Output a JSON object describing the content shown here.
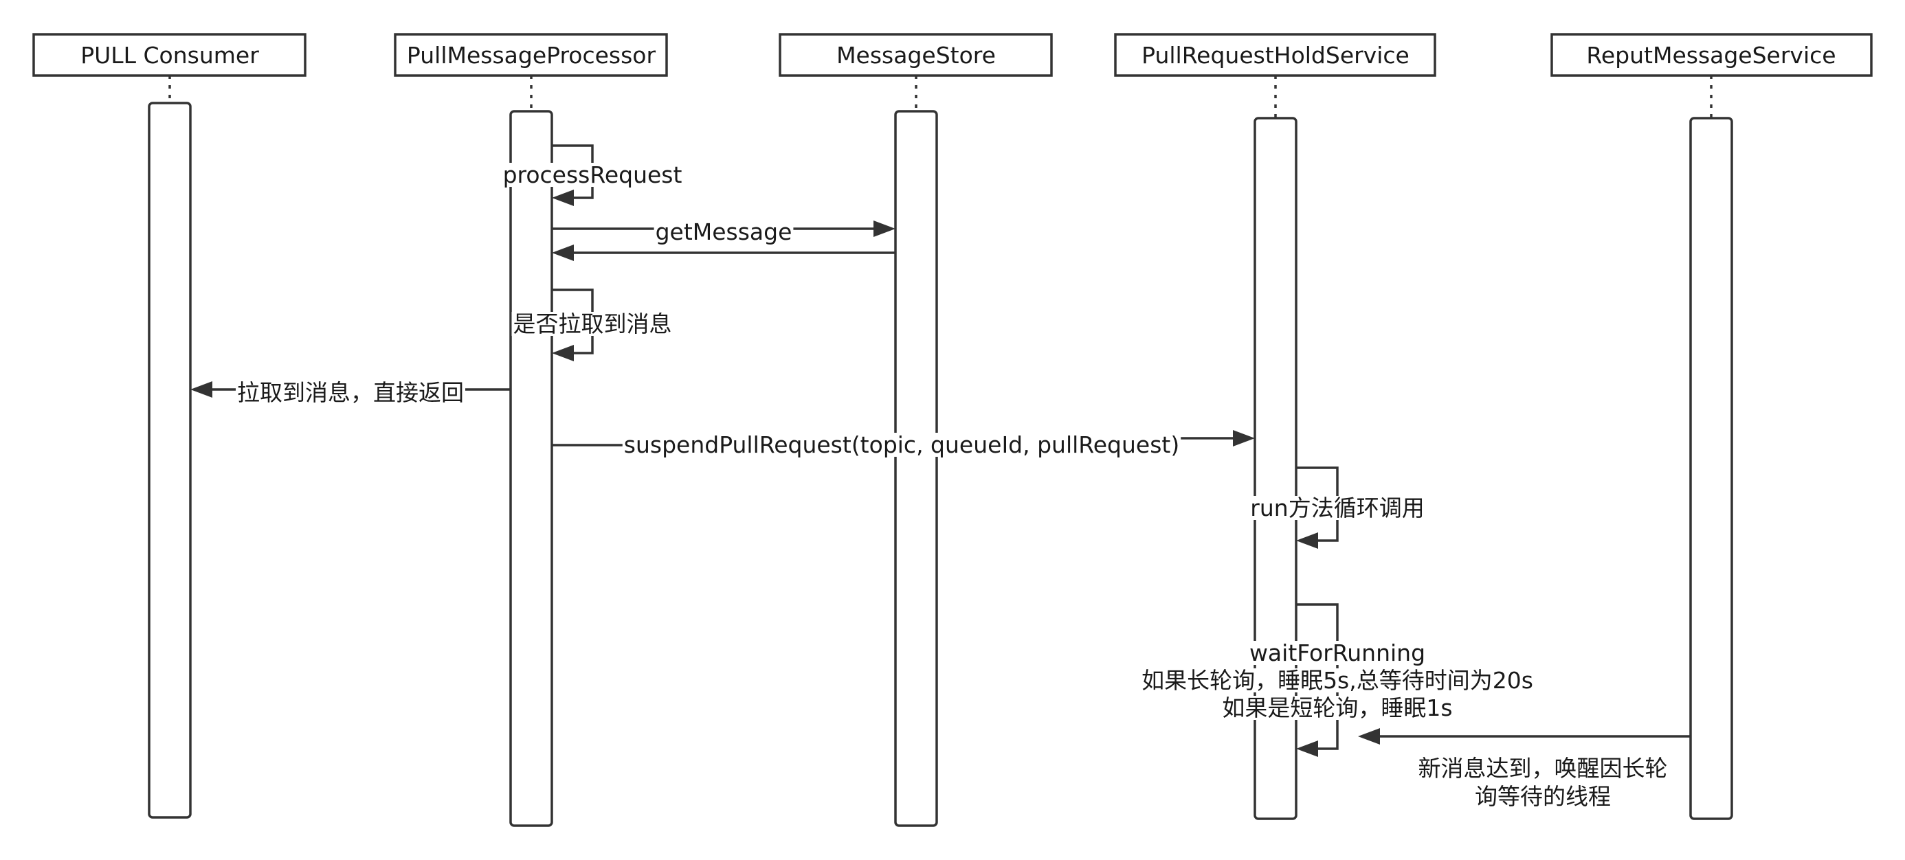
{
  "participants": [
    {
      "id": "consumer",
      "label": "PULL Consumer"
    },
    {
      "id": "processor",
      "label": "PullMessageProcessor"
    },
    {
      "id": "store",
      "label": "MessageStore"
    },
    {
      "id": "hold",
      "label": "PullRequestHoldService"
    },
    {
      "id": "reput",
      "label": "ReputMessageService"
    }
  ],
  "messages": {
    "process_request": "processRequest",
    "get_message": "getMessage",
    "check_pulled": "是否拉取到消息",
    "direct_return": "拉取到消息，直接返回",
    "suspend": "suspendPullRequest(topic, queueId, pullRequest)",
    "run_loop": "run方法循环调用",
    "wait_lines": [
      "waitForRunning",
      "如果长轮询，睡眠5s,总等待时间为20s",
      "如果是短轮询，睡眠1s"
    ],
    "wakeup_lines": [
      "新消息达到，唤醒因长轮",
      "询等待的线程"
    ]
  }
}
